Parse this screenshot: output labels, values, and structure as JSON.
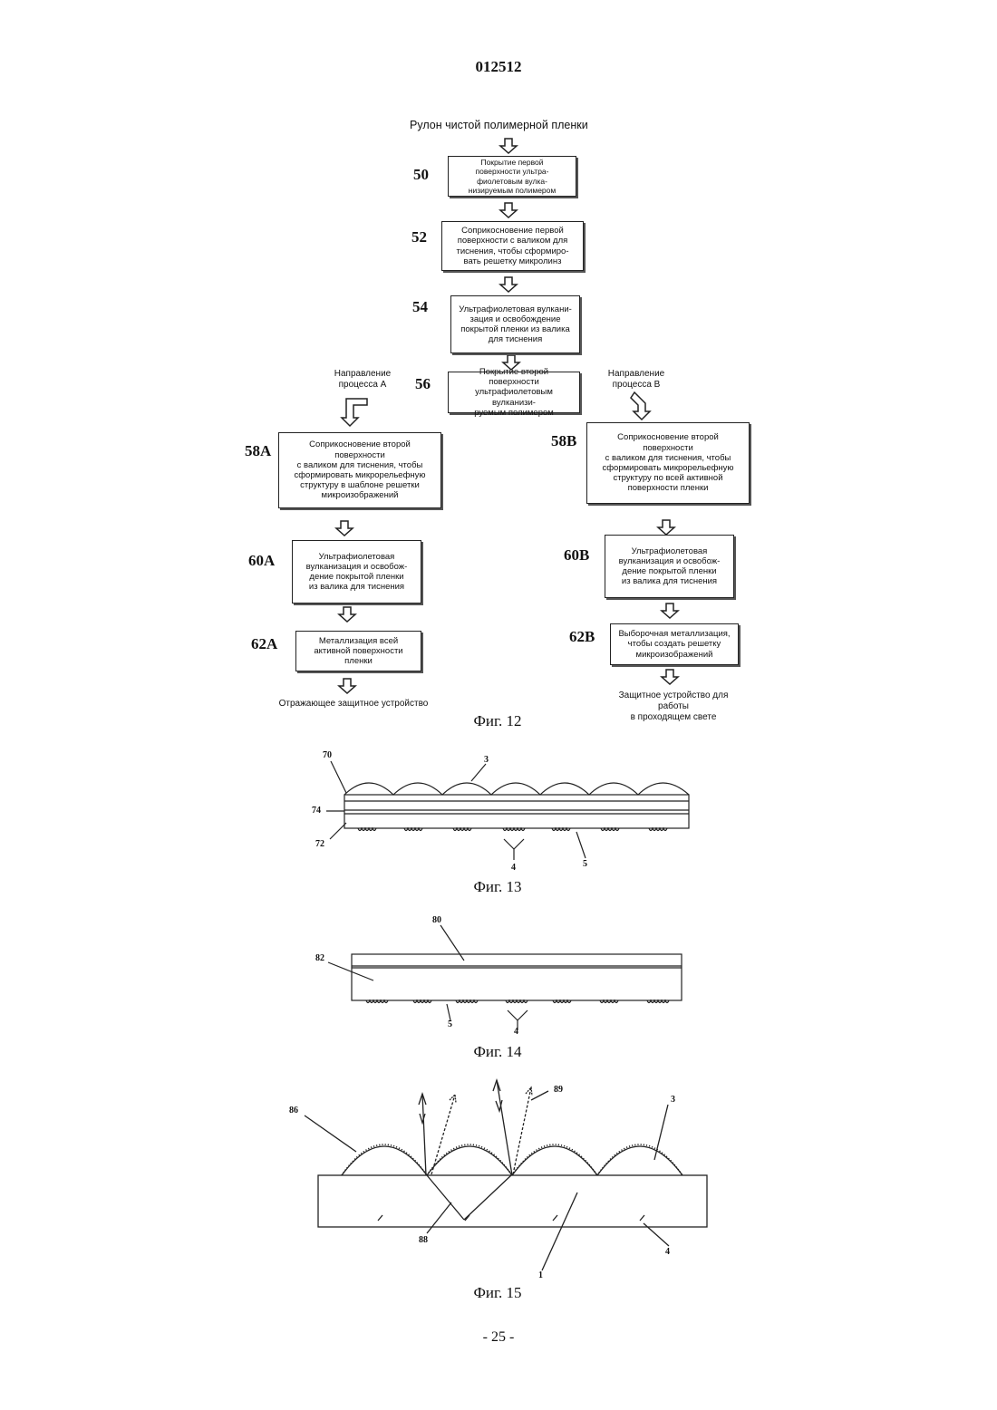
{
  "document": {
    "number": "012512",
    "page": "- 25 -"
  },
  "fig12": {
    "caption": "Фиг. 12",
    "start": "Рулон чистой полимерной пленки",
    "steps": {
      "s50": {
        "num": "50",
        "text": "Покрытие первой\nповерхности ультра-\nфиолетовым вулка-\nнизируемым полимером"
      },
      "s52": {
        "num": "52",
        "text": "Соприкосновение первой\nповерхности с валиком для\nтиснения, чтобы сформиро-\nвать решетку микролинз"
      },
      "s54": {
        "num": "54",
        "text": "Ультрафиолетовая вулкани-\nзация и освобождение\nпокрытой пленки из валика\nдля тиснения"
      },
      "s56": {
        "num": "56",
        "text": "Покрытие второй поверхности\nультрафиолетовым вулканизи-\nруемым полимером"
      },
      "s58A": {
        "num": "58A",
        "text": "Соприкосновение второй поверхности\nс валиком для тиснения, чтобы\nсформировать микрорельефную\nструктуру в шаблоне решетки\nмикроизображений"
      },
      "s58B": {
        "num": "58B",
        "text": "Соприкосновение второй поверхности\nс валиком для тиснения, чтобы\nсформировать микрорельефную\nструктуру по всей активной\nповерхности пленки"
      },
      "s60A": {
        "num": "60A",
        "text": "Ультрафиолетовая\nвулканизация и освобож-\nдение покрытой пленки\nиз валика для тиснения"
      },
      "s60B": {
        "num": "60B",
        "text": "Ультрафиолетовая\nвулканизация и освобож-\nдение покрытой пленки\nиз валика для тиснения"
      },
      "s62A": {
        "num": "62A",
        "text": "Металлизация всей\nактивной поверхности\nпленки"
      },
      "s62B": {
        "num": "62B",
        "text": "Выборочная металлизация,\nчтобы создать решетку\nмикроизображений"
      }
    },
    "process_a": "Направление\nпроцесса А",
    "process_b": "Направление\nпроцесса В",
    "result_a": "Отражающее защитное устройство",
    "result_b": "Защитное устройство для работы\nв проходящем   свете"
  },
  "fig13": {
    "caption": "Фиг. 13",
    "labels": {
      "l70": "70",
      "l3": "3",
      "l74": "74",
      "l72": "72",
      "l4": "4",
      "l5": "5"
    }
  },
  "fig14": {
    "caption": "Фиг. 14",
    "labels": {
      "l80": "80",
      "l82": "82",
      "l5": "5",
      "l4": "4"
    }
  },
  "fig15": {
    "caption": "Фиг. 15",
    "labels": {
      "l86": "86",
      "l89": "89",
      "l3": "3",
      "l88": "88",
      "l4": "4",
      "l1": "1"
    }
  }
}
